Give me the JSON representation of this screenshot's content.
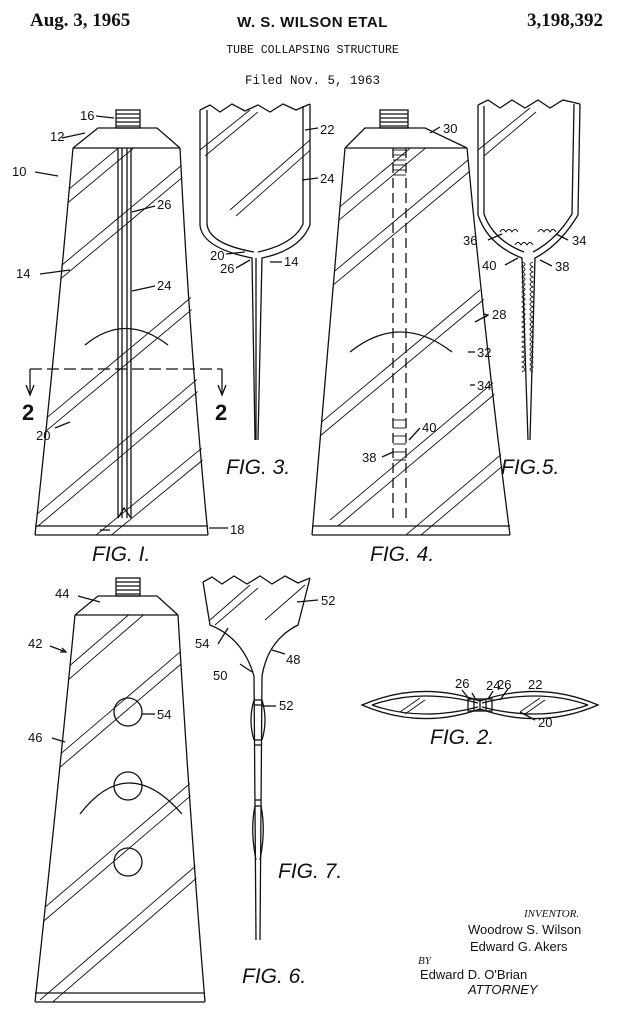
{
  "header": {
    "date": "Aug. 3, 1965",
    "inventors": "W. S. WILSON ETAL",
    "patent_number": "3,198,392",
    "title": "TUBE COLLAPSING STRUCTURE",
    "filed": "Filed Nov. 5, 1963"
  },
  "figures": {
    "fig1": "FIG. I.",
    "fig2": "FIG. 2.",
    "fig3": "FIG. 3.",
    "fig4": "FIG. 4.",
    "fig5": "FIG.5.",
    "fig6": "FIG. 6.",
    "fig7": "FIG. 7."
  },
  "reference_numerals": {
    "fig1": [
      "16",
      "12",
      "10",
      "26",
      "14",
      "24",
      "2",
      "2",
      "20",
      "18"
    ],
    "fig2": [
      "24",
      "26",
      "26",
      "22",
      "20"
    ],
    "fig3": [
      "22",
      "24",
      "20",
      "14",
      "26"
    ],
    "fig4": [
      "30",
      "28",
      "32",
      "34",
      "40",
      "38"
    ],
    "fig5": [
      "36",
      "34",
      "40",
      "38"
    ],
    "fig6": [
      "44",
      "42",
      "54",
      "46"
    ],
    "fig7": [
      "52",
      "54",
      "48",
      "50",
      "52"
    ]
  },
  "signature": {
    "inventor_label": "INVENTOR.",
    "inventor_1": "Woodrow S. Wilson",
    "inventor_2": "Edward G. Akers",
    "by": "BY",
    "attorney_name": "Edward D. O'Brian",
    "attorney_label": "ATTORNEY"
  }
}
